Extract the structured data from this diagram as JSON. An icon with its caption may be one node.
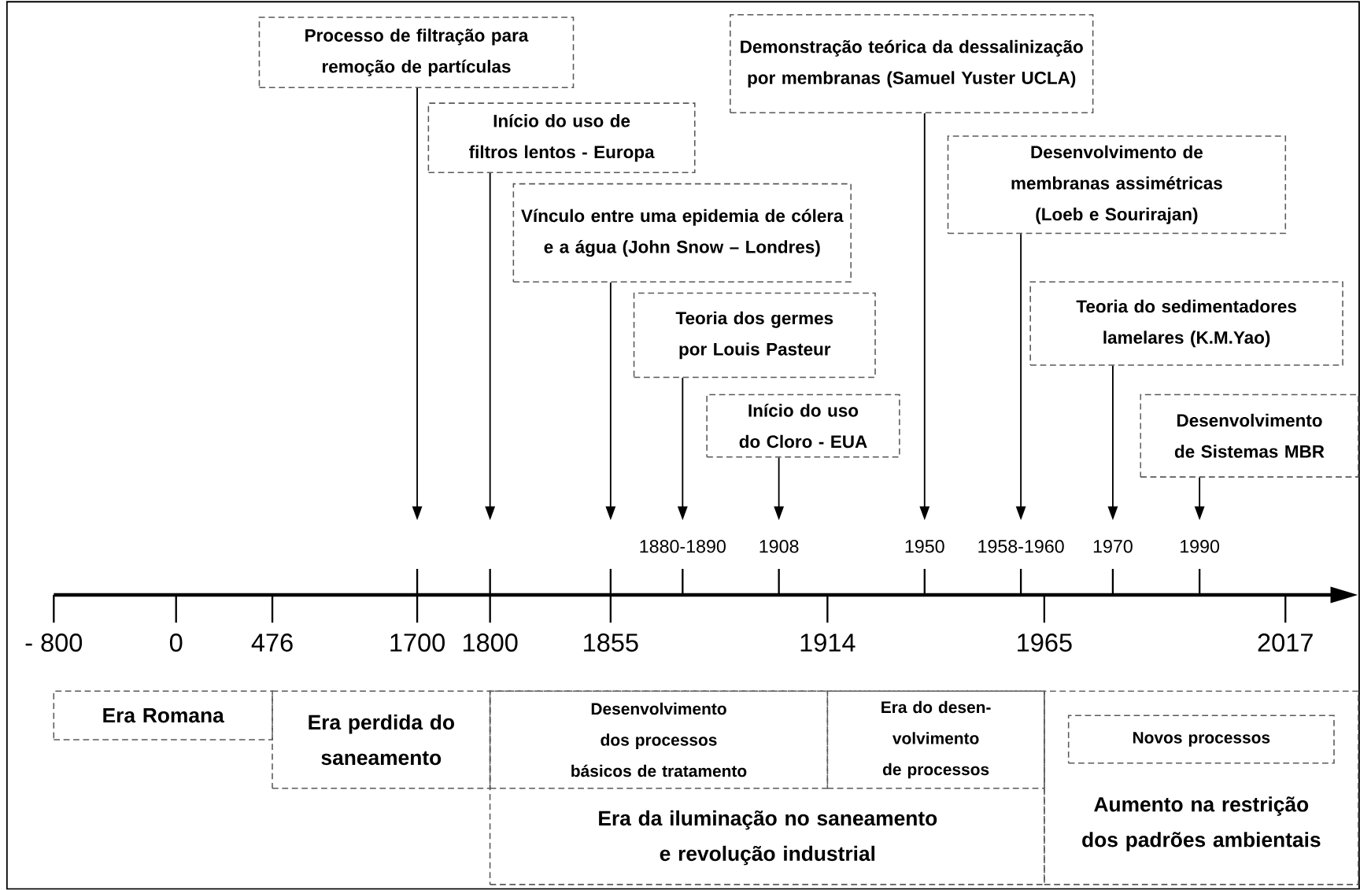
{
  "diagram": {
    "nodes": [
      {
        "text": [
          "Processo de filtração para remoção de partículas"
        ]
      },
      {
        "text": [
          "Início do uso de filtros lentos - Europa"
        ]
      },
      {
        "text": [
          "Vínculo entre uma epidemia de cólera e a água (John Snow – Londres)"
        ]
      },
      {
        "text": [
          "Teoria dos germes por Louis Pasteur"
        ]
      },
      {
        "text": [
          "Início do uso do Cloro - EUA"
        ]
      },
      {
        "text": [
          "Demonstração teórica da dessalinização por membranas (Samuel Yuster UCLA)"
        ]
      },
      {
        "text": [
          "Desenvolvimento de membranas assimétricas (Loeb e Sourirajan)"
        ]
      },
      {
        "text": [
          "Teoria do sedimentadores lamelares (K.M.Yao)"
        ]
      },
      {
        "text": [
          "Desenvolvimento de Sistemas MBR"
        ]
      },
      {
        "text": [
          "Era Romana"
        ]
      },
      {
        "text": [
          "Era perdida do saneamento"
        ]
      },
      {
        "text": [
          "Era da iluminação no saneamento e revolução industrial"
        ]
      },
      {
        "text": [
          "Desenvolvimento dos processos básicos de tratamento"
        ],
        "in": 11
      },
      {
        "text": [
          "Era do desen- volvimento de processos"
        ],
        "in": 11
      },
      {
        "text": [
          "Aumento na restrição dos padrões ambientais"
        ]
      },
      {
        "text": [
          "Novos processos"
        ],
        "in": 14
      }
    ],
    "edges": [
      {
        "from": 0,
        "to": null,
        "arrow": "to"
      },
      {
        "from": 1,
        "to": null,
        "arrow": "to"
      },
      {
        "from": 2,
        "to": null,
        "arrow": "to"
      },
      {
        "from": 3,
        "to": null,
        "arrow": "to"
      },
      {
        "from": 4,
        "to": null,
        "arrow": "to"
      },
      {
        "from": 5,
        "to": null,
        "arrow": "to"
      },
      {
        "from": 6,
        "to": null,
        "arrow": "to"
      },
      {
        "from": 7,
        "to": null,
        "arrow": "to"
      },
      {
        "from": 8,
        "to": null,
        "arrow": "to"
      }
    ],
    "labels": [
      "1880-1890",
      "1908",
      "1950",
      "1958-1960",
      "1970",
      "1990",
      "- 800",
      "0",
      "476",
      "1700",
      "1800",
      "1855",
      "1914",
      "1965",
      "2017"
    ]
  }
}
